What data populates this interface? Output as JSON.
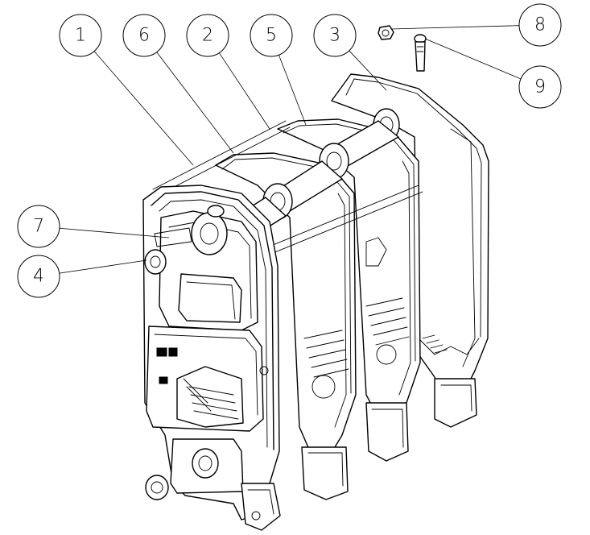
{
  "callouts": [
    "1",
    "6",
    "2",
    "5",
    "3",
    "8",
    "9",
    "7",
    "4"
  ],
  "colors": {
    "line": "#000000",
    "background": "#ffffff"
  }
}
